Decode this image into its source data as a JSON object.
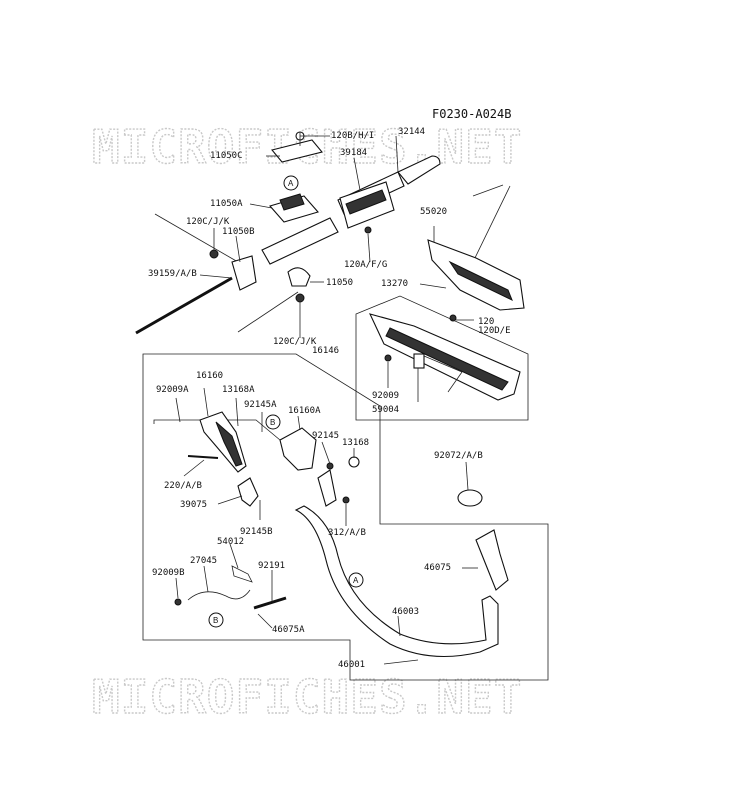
{
  "diagram_code": "F0230-A024B",
  "watermark": "MICROFICHES.NET",
  "callouts": {
    "a": "A",
    "b": "B"
  },
  "parts": {
    "p120bhi": "120B/H/I",
    "p32144": "32144",
    "p11050c": "11050C",
    "p39184": "39184",
    "p11050a": "11050A",
    "p120cjk_top": "120C/J/K",
    "p11050b": "11050B",
    "p55020": "55020",
    "p39159ab": "39159/A/B",
    "p120afg": "120A/F/G",
    "p11050": "11050",
    "p13270": "13270",
    "p120": "120",
    "p120de": "120D/E",
    "p120cjk_bot": "120C/J/K",
    "p16146": "16146",
    "p16160": "16160",
    "p92009a": "92009A",
    "p13168a": "13168A",
    "p92145a": "92145A",
    "p16160a": "16160A",
    "p92009": "92009",
    "p59004": "59004",
    "p92145": "92145",
    "p13168": "13168",
    "p92072ab": "92072/A/B",
    "p220ab": "220/A/B",
    "p39075": "39075",
    "p92145b": "92145B",
    "p312ab": "312/A/B",
    "p54012": "54012",
    "p27045": "27045",
    "p92009b": "92009B",
    "p92191": "92191",
    "p46075": "46075",
    "p46003": "46003",
    "p46075a": "46075A",
    "p46001": "46001"
  }
}
